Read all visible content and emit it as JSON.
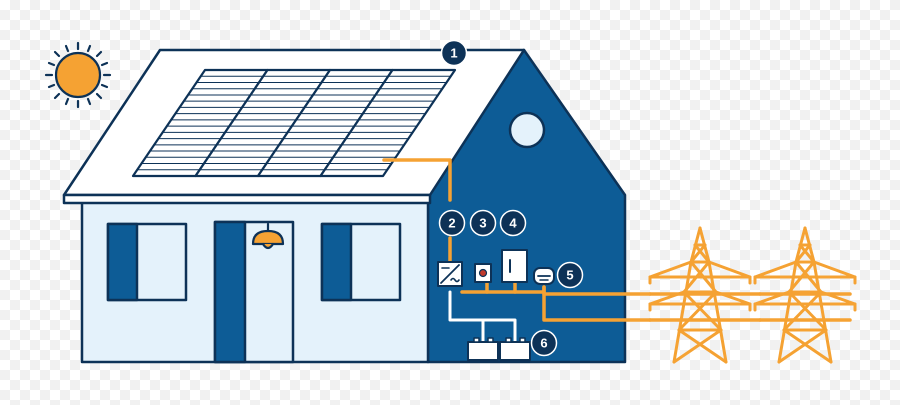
{
  "colors": {
    "navy": "#0d3257",
    "blue": "#0d5c96",
    "light_blue": "#e4f2fb",
    "orange": "#f5a233",
    "white": "#ffffff"
  },
  "icons": [
    "sun-icon",
    "solar-panel-icon",
    "lamp-icon",
    "inverter-icon",
    "meter-icon",
    "electricity-pylon-icon",
    "battery-icon"
  ],
  "markers": [
    {
      "label": "1"
    },
    {
      "label": "2"
    },
    {
      "label": "3"
    },
    {
      "label": "4"
    },
    {
      "label": "5"
    },
    {
      "label": "6"
    }
  ]
}
